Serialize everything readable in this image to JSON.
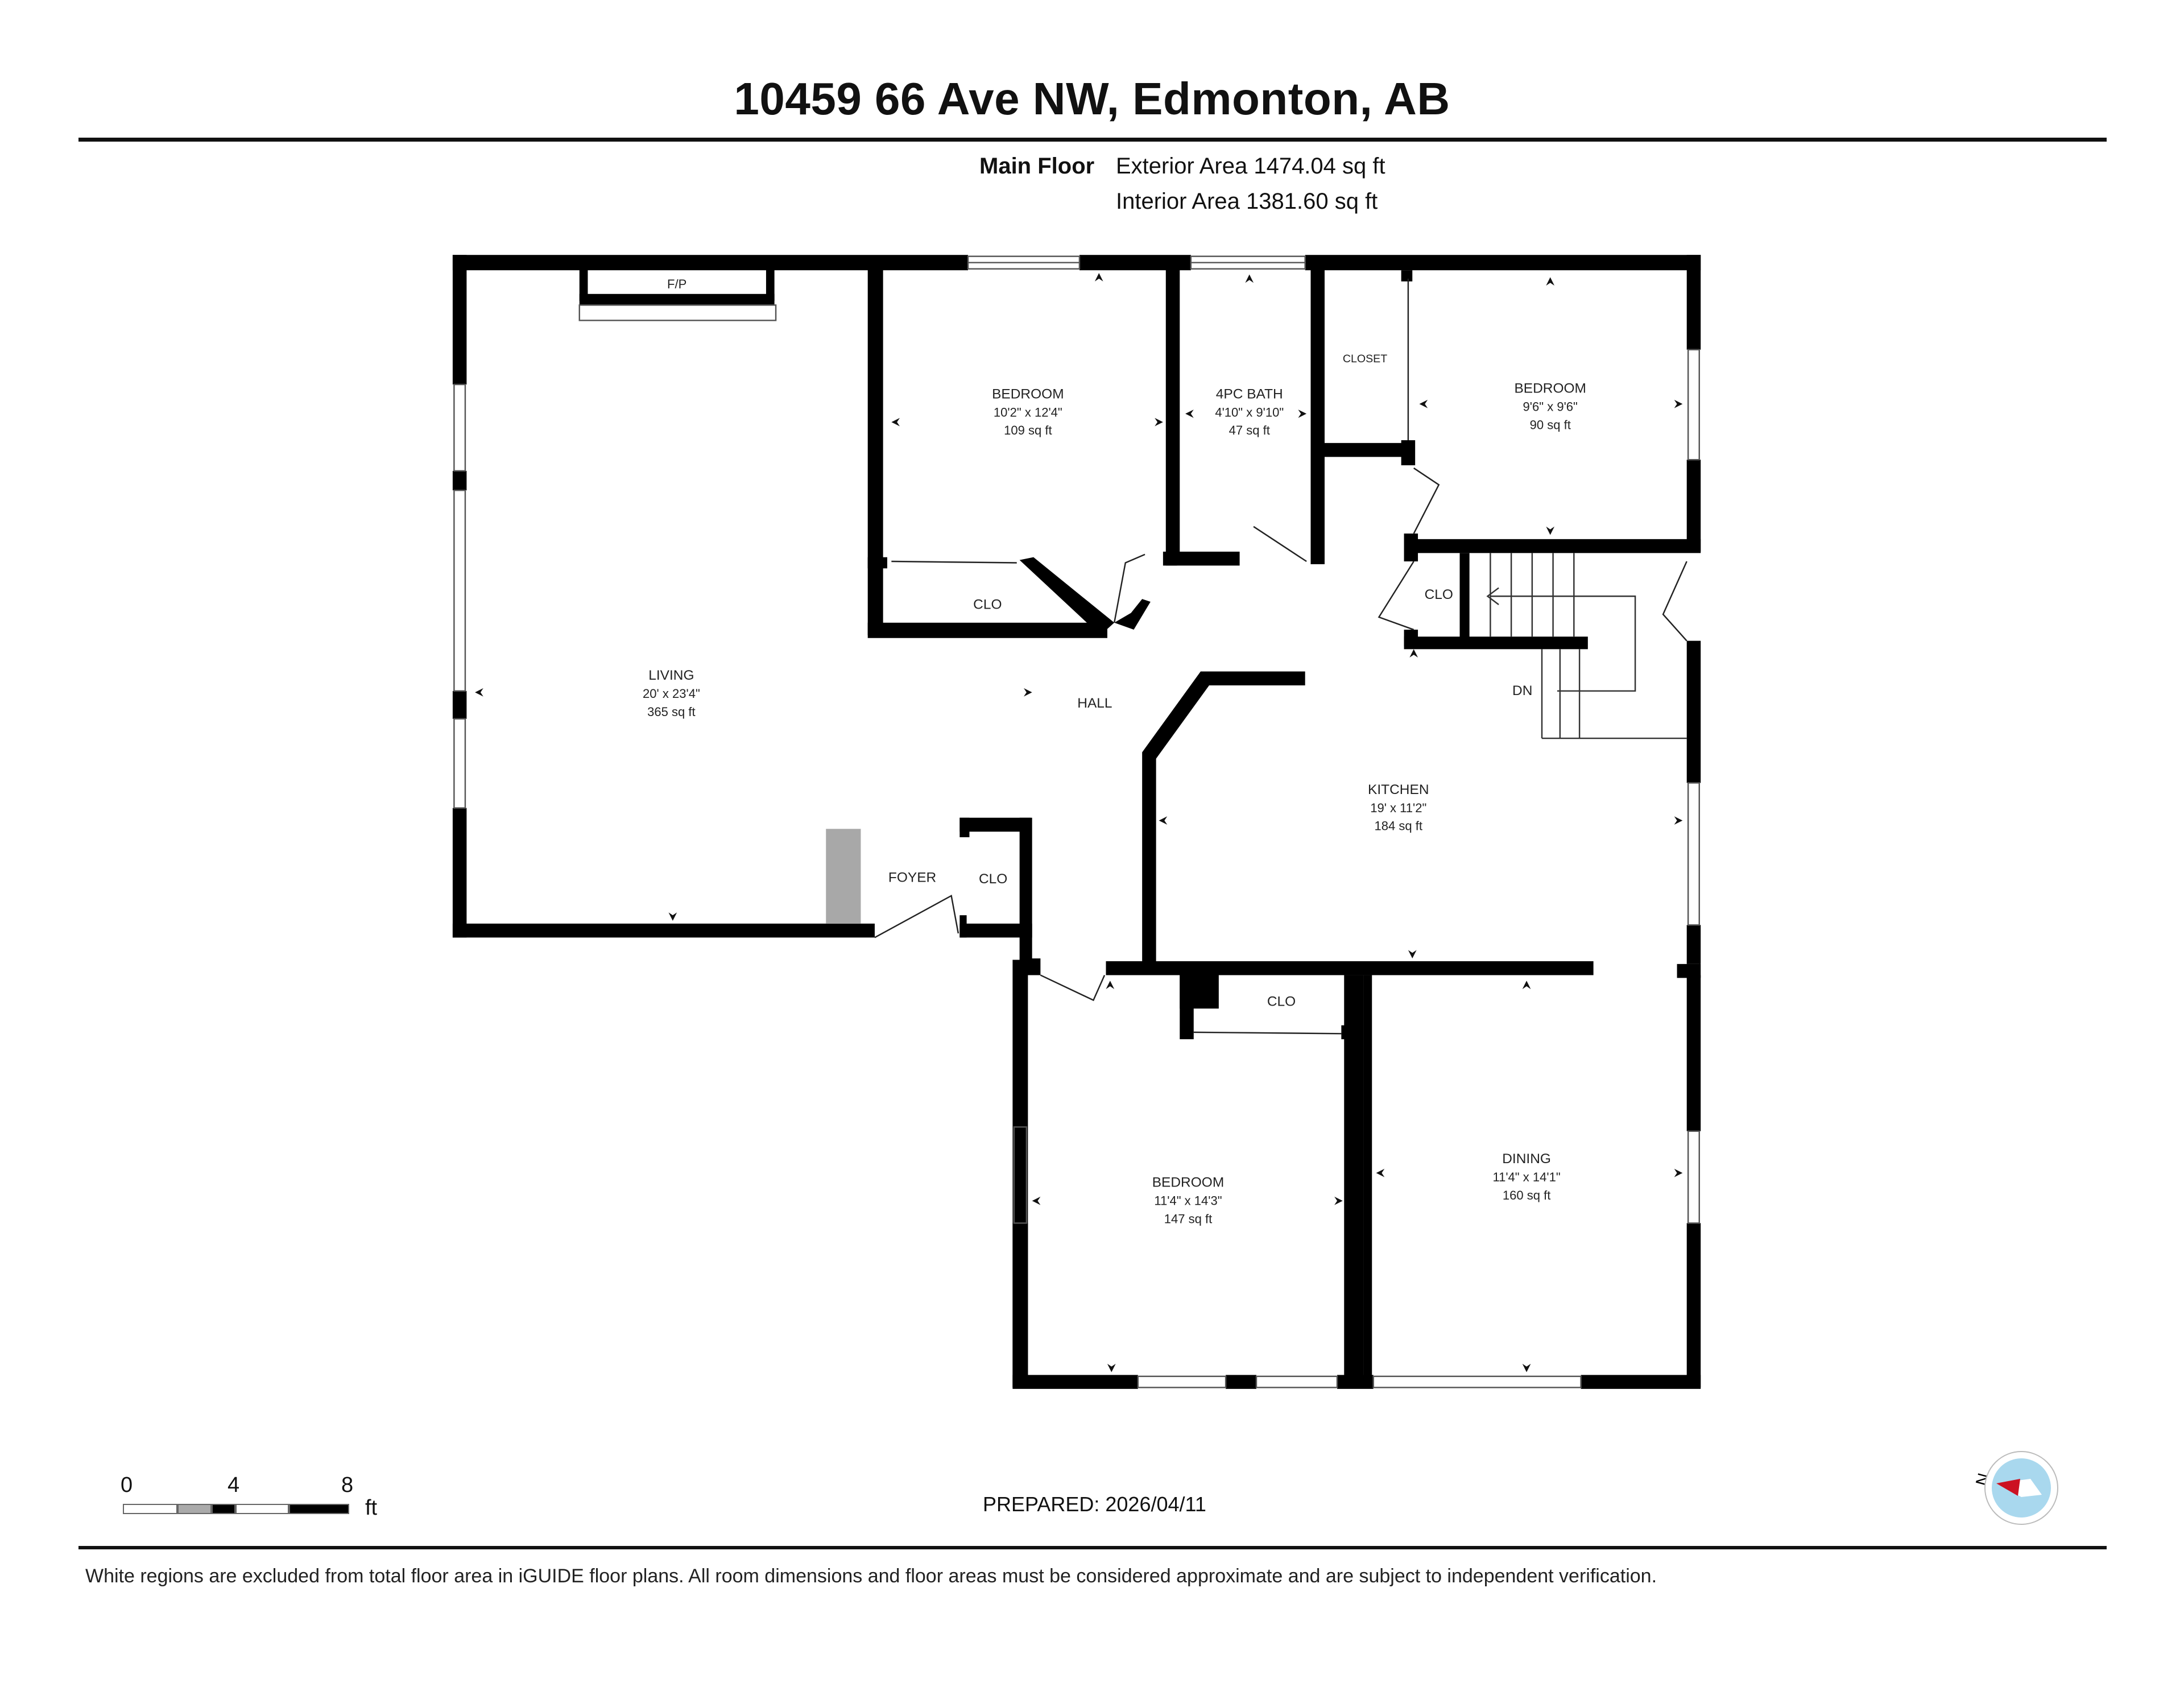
{
  "header": {
    "title": "10459 66 Ave NW, Edmonton, AB",
    "floor_name": "Main Floor",
    "exterior_area": "Exterior Area 1474.04 sq ft",
    "interior_area": "Interior Area 1381.60 sq ft"
  },
  "rooms": {
    "living": {
      "name": "LIVING",
      "dims": "20' x 23'4\"",
      "area": "365 sq ft"
    },
    "bedroom1": {
      "name": "BEDROOM",
      "dims": "10'2\" x 12'4\"",
      "area": "109 sq ft"
    },
    "bath": {
      "name": "4PC BATH",
      "dims": "4'10\" x 9'10\"",
      "area": "47 sq ft"
    },
    "bedroom2": {
      "name": "BEDROOM",
      "dims": "9'6\" x 9'6\"",
      "area": "90 sq ft"
    },
    "kitchen": {
      "name": "KITCHEN",
      "dims": "19' x 11'2\"",
      "area": "184 sq ft"
    },
    "bedroom3": {
      "name": "BEDROOM",
      "dims": "11'4\" x 14'3\"",
      "area": "147 sq ft"
    },
    "dining": {
      "name": "DINING",
      "dims": "11'4\" x 14'1\"",
      "area": "160 sq ft"
    },
    "hall": {
      "name": "HALL"
    },
    "foyer": {
      "name": "FOYER"
    },
    "closet_main": {
      "name": "CLOSET"
    },
    "clo_bed1": {
      "name": "CLO"
    },
    "clo_hall": {
      "name": "CLO"
    },
    "clo_foyer": {
      "name": "CLO"
    },
    "clo_bed3": {
      "name": "CLO"
    },
    "fireplace": {
      "name": "F/P"
    },
    "stairs": {
      "name": "DN"
    }
  },
  "scale_bar": {
    "ticks": [
      "0",
      "4",
      "8"
    ],
    "unit": "ft"
  },
  "footer": {
    "prepared": "PREPARED: 2026/04/11",
    "disclaimer": "White regions are excluded from total floor area in iGUIDE floor plans. All room dimensions and floor areas must be considered approximate and are subject to independent verification."
  },
  "compass": {
    "label": "N",
    "needle_color": "#cc1122",
    "ring_color": "#a9d8ee"
  },
  "colors": {
    "wall": "#000000",
    "fixture_gray": "#a8a8a8",
    "window": "#ffffff"
  }
}
